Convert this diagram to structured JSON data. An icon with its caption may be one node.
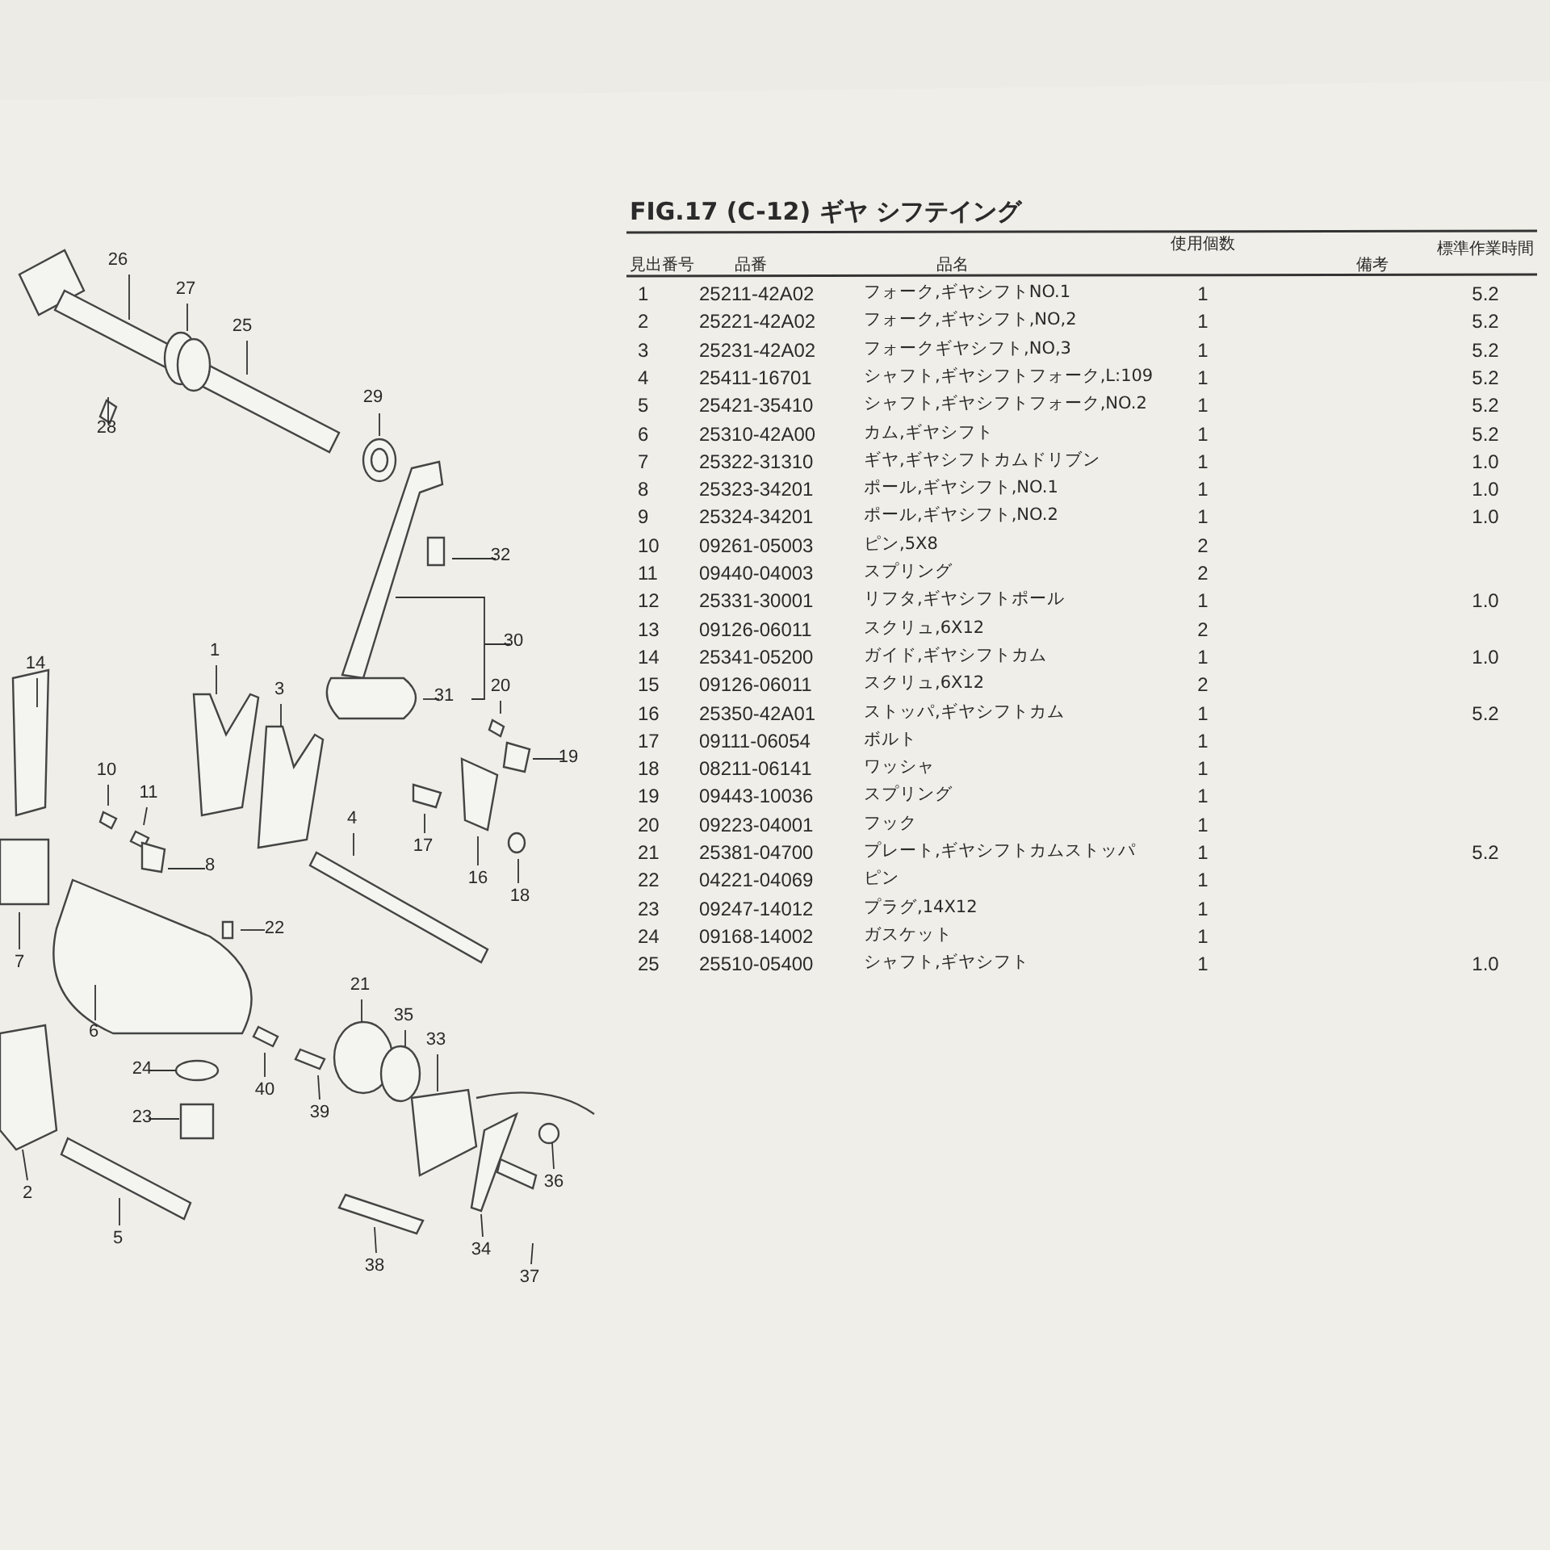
{
  "diagram": {
    "title": "FIG.17 (C-12) ギヤ シフテイング",
    "nodes": [
      {
        "text": [
          "26"
        ]
      },
      {
        "text": [
          "27"
        ]
      },
      {
        "text": [
          "25"
        ]
      },
      {
        "text": [
          "29"
        ]
      },
      {
        "text": [
          "28"
        ]
      },
      {
        "text": [
          "32"
        ]
      },
      {
        "text": [
          "30"
        ]
      },
      {
        "text": [
          "14"
        ]
      },
      {
        "text": [
          "1"
        ]
      },
      {
        "text": [
          "20"
        ]
      },
      {
        "text": [
          "31"
        ]
      },
      {
        "text": [
          "3"
        ]
      },
      {
        "text": [
          "19"
        ]
      },
      {
        "text": [
          "10"
        ]
      },
      {
        "text": [
          "11"
        ]
      },
      {
        "text": [
          "4"
        ]
      },
      {
        "text": [
          "17"
        ]
      },
      {
        "text": [
          "8"
        ]
      },
      {
        "text": [
          "16"
        ]
      },
      {
        "text": [
          "18"
        ]
      },
      {
        "text": [
          "22"
        ]
      },
      {
        "text": [
          "7"
        ]
      },
      {
        "text": [
          "21"
        ]
      },
      {
        "text": [
          "35"
        ]
      },
      {
        "text": [
          "6"
        ]
      },
      {
        "text": [
          "33"
        ]
      },
      {
        "text": [
          "24"
        ]
      },
      {
        "text": [
          "40"
        ]
      },
      {
        "text": [
          "39"
        ]
      },
      {
        "text": [
          "23"
        ]
      },
      {
        "text": [
          "36"
        ]
      },
      {
        "text": [
          "2"
        ]
      },
      {
        "text": [
          "5"
        ]
      },
      {
        "text": [
          "34"
        ]
      },
      {
        "text": [
          "38"
        ]
      },
      {
        "text": [
          "37"
        ]
      }
    ],
    "edges": [
      {
        "from": 0,
        "to": null,
        "arrow": "none"
      },
      {
        "from": 1,
        "to": null,
        "arrow": "none"
      },
      {
        "from": 2,
        "to": null,
        "arrow": "none"
      },
      {
        "from": 3,
        "to": null,
        "arrow": "none"
      },
      {
        "from": 4,
        "to": null,
        "arrow": "none"
      },
      {
        "from": 5,
        "to": null,
        "arrow": "none"
      },
      {
        "from": 6,
        "to": null,
        "arrow": "none"
      },
      {
        "from": 7,
        "to": null,
        "arrow": "none"
      },
      {
        "from": 8,
        "to": null,
        "arrow": "none"
      },
      {
        "from": 9,
        "to": null,
        "arrow": "none"
      },
      {
        "from": 10,
        "to": null,
        "arrow": "none"
      },
      {
        "from": 11,
        "to": null,
        "arrow": "none"
      },
      {
        "from": 12,
        "to": null,
        "arrow": "none"
      },
      {
        "from": 13,
        "to": null,
        "arrow": "none"
      },
      {
        "from": 14,
        "to": null,
        "arrow": "none"
      },
      {
        "from": 15,
        "to": null,
        "arrow": "none"
      },
      {
        "from": 16,
        "to": null,
        "arrow": "none"
      },
      {
        "from": 17,
        "to": null,
        "arrow": "none"
      },
      {
        "from": 18,
        "to": null,
        "arrow": "none"
      },
      {
        "from": 19,
        "to": null,
        "arrow": "none"
      },
      {
        "from": 20,
        "to": null,
        "arrow": "none"
      },
      {
        "from": 21,
        "to": null,
        "arrow": "none"
      },
      {
        "from": 22,
        "to": null,
        "arrow": "none"
      },
      {
        "from": 23,
        "to": null,
        "arrow": "none"
      },
      {
        "from": 24,
        "to": null,
        "arrow": "none"
      },
      {
        "from": 25,
        "to": null,
        "arrow": "none"
      },
      {
        "from": 26,
        "to": null,
        "arrow": "none"
      },
      {
        "from": 27,
        "to": null,
        "arrow": "none"
      },
      {
        "from": 28,
        "to": null,
        "arrow": "none"
      },
      {
        "from": 29,
        "to": null,
        "arrow": "none"
      },
      {
        "from": 30,
        "to": null,
        "arrow": "none"
      },
      {
        "from": 31,
        "to": null,
        "arrow": "none"
      },
      {
        "from": 32,
        "to": null,
        "arrow": "none"
      },
      {
        "from": 33,
        "to": null,
        "arrow": "none"
      },
      {
        "from": 34,
        "to": null,
        "arrow": "none"
      },
      {
        "from": 35,
        "to": null,
        "arrow": "none"
      }
    ],
    "labels": [
      "見出番号",
      "品番",
      "品名",
      "使用個数",
      "備考",
      "標準作業時間",
      "1",
      "25211-42A02",
      "フォーク,ギヤシフトNO.1",
      "1",
      "5.2",
      "2",
      "25221-42A02",
      "フォーク,ギヤシフト,NO,2",
      "1",
      "5.2",
      "3",
      "25231-42A02",
      "フォークギヤシフト,NO,3",
      "1",
      "5.2",
      "4",
      "25411-16701",
      "シャフト,ギヤシフトフォーク,L:109",
      "1",
      "5.2",
      "5",
      "25421-35410",
      "シャフト,ギヤシフトフォーク,NO.2",
      "1",
      "5.2",
      "6",
      "25310-42A00",
      "カム,ギヤシフト",
      "1",
      "5.2",
      "7",
      "25322-31310",
      "ギヤ,ギヤシフトカムドリブン",
      "1",
      "1.0",
      "8",
      "25323-34201",
      "ポール,ギヤシフト,NO.1",
      "1",
      "1.0",
      "9",
      "25324-34201",
      "ポール,ギヤシフト,NO.2",
      "1",
      "1.0",
      "10",
      "09261-05003",
      "ピン,5X8",
      "2",
      "11",
      "09440-04003",
      "スプリング",
      "2",
      "12",
      "25331-30001",
      "リフタ,ギヤシフトポール",
      "1",
      "1.0",
      "13",
      "09126-06011",
      "スクリュ,6X12",
      "2",
      "14",
      "25341-05200",
      "ガイド,ギヤシフトカム",
      "1",
      "1.0",
      "15",
      "09126-06011",
      "スクリュ,6X12",
      "2",
      "16",
      "25350-42A01",
      "ストッパ,ギヤシフトカム",
      "1",
      "5.2",
      "17",
      "09111-06054",
      "ボルト",
      "1",
      "18",
      "08211-06141",
      "ワッシャ",
      "1",
      "19",
      "09443-10036",
      "スプリング",
      "1",
      "20",
      "09223-04001",
      "フック",
      "1",
      "21",
      "25381-04700",
      "プレート,ギヤシフトカムストッパ",
      "1",
      "5.2",
      "22",
      "04221-04069",
      "ピン",
      "1",
      "23",
      "09247-14012",
      "プラグ,14X12",
      "1",
      "24",
      "09168-14002",
      "ガスケット",
      "1",
      "25",
      "25510-05400",
      "シャフト,ギヤシフト",
      "1",
      "1.0"
    ]
  }
}
